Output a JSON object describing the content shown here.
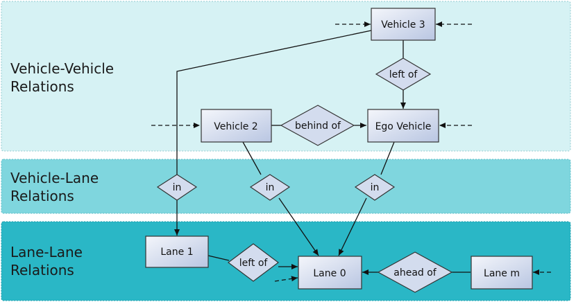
{
  "bands": [
    {
      "id": "vv",
      "lines": [
        "Vehicle-Vehicle",
        "Relations"
      ],
      "color": "#d6f2f4",
      "border": "#8fc9cf",
      "dashed": true
    },
    {
      "id": "vl",
      "lines": [
        "Vehicle-Lane",
        "Relations"
      ],
      "color": "#7fd6de",
      "border": "#5bbcc6",
      "dashed": true
    },
    {
      "id": "ll",
      "lines": [
        "Lane-Lane",
        "Relations"
      ],
      "color": "#2ab7c6",
      "border": "#1a9aa8",
      "dashed": true
    }
  ],
  "nodes": {
    "vehicle3": "Vehicle 3",
    "vehicle2": "Vehicle 2",
    "ego": "Ego Vehicle",
    "lane1": "Lane 1",
    "lane0": "Lane 0",
    "lanem": "Lane m"
  },
  "relations": {
    "left_of_v": "left of",
    "behind_of": "behind of",
    "in_1": "in",
    "in_2": "in",
    "in_3": "in",
    "left_of_l": "left of",
    "ahead_of": "ahead of"
  },
  "colors": {
    "node_fill_top": "#f4f6fb",
    "node_fill_bottom": "#b9c6e2",
    "diamond_fill": "#d3dcee"
  }
}
